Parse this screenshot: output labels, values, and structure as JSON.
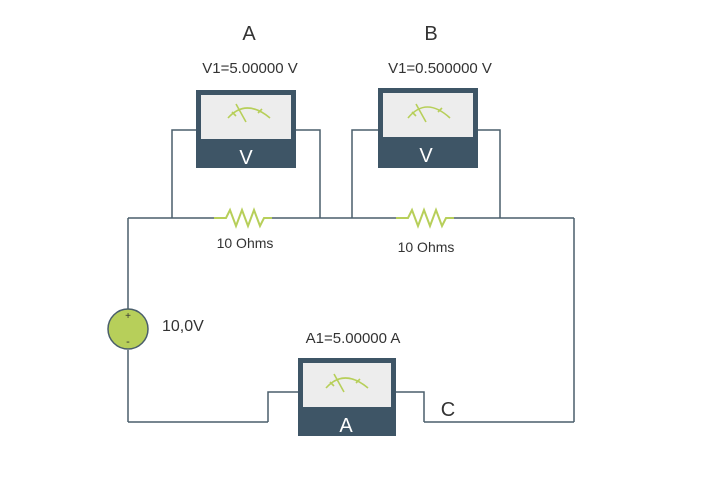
{
  "labels": {
    "point_a": "A",
    "point_b": "B",
    "point_c": "C"
  },
  "meters": {
    "voltmeter_a": {
      "reading": "V1=5.00000 V",
      "symbol": "V"
    },
    "voltmeter_b": {
      "reading": "V1=0.500000 V",
      "symbol": "V"
    },
    "ammeter": {
      "reading": "A1=5.00000 A",
      "symbol": "A"
    }
  },
  "resistors": {
    "r1": {
      "label": "10 Ohms"
    },
    "r2": {
      "label": "10 Ohms"
    }
  },
  "source": {
    "label": "10,0V",
    "plus": "+",
    "minus": "-"
  },
  "colors": {
    "wire": "#4a5e6b",
    "meter_body": "#3e5566",
    "meter_face": "#ededed",
    "accent": "#b7cf5a",
    "text": "#333333"
  },
  "icons": [
    "meter-gauge-icon",
    "resistor-icon",
    "battery-icon"
  ]
}
